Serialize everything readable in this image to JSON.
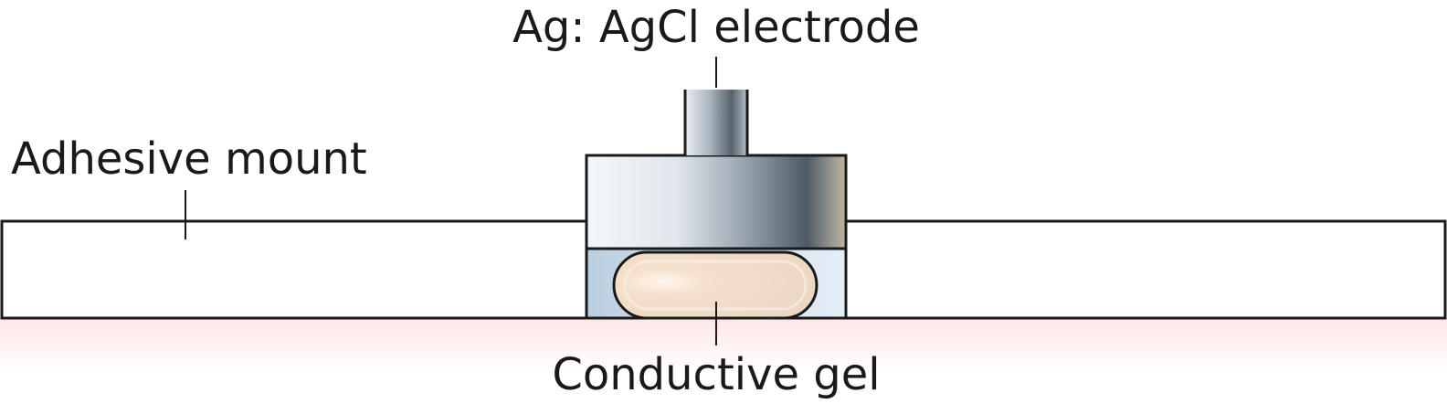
{
  "labels": {
    "electrode": "Ag: AgCl electrode",
    "mount": "Adhesive mount",
    "gel": "Conductive gel"
  },
  "colors": {
    "outline": "#1a1a1a",
    "skin": "#fde8e8",
    "gel": "#f2dcc8",
    "gel_well": "#c8d8e8",
    "metal_dark": "#4e5a64",
    "metal_light": "#f4f7fa"
  }
}
